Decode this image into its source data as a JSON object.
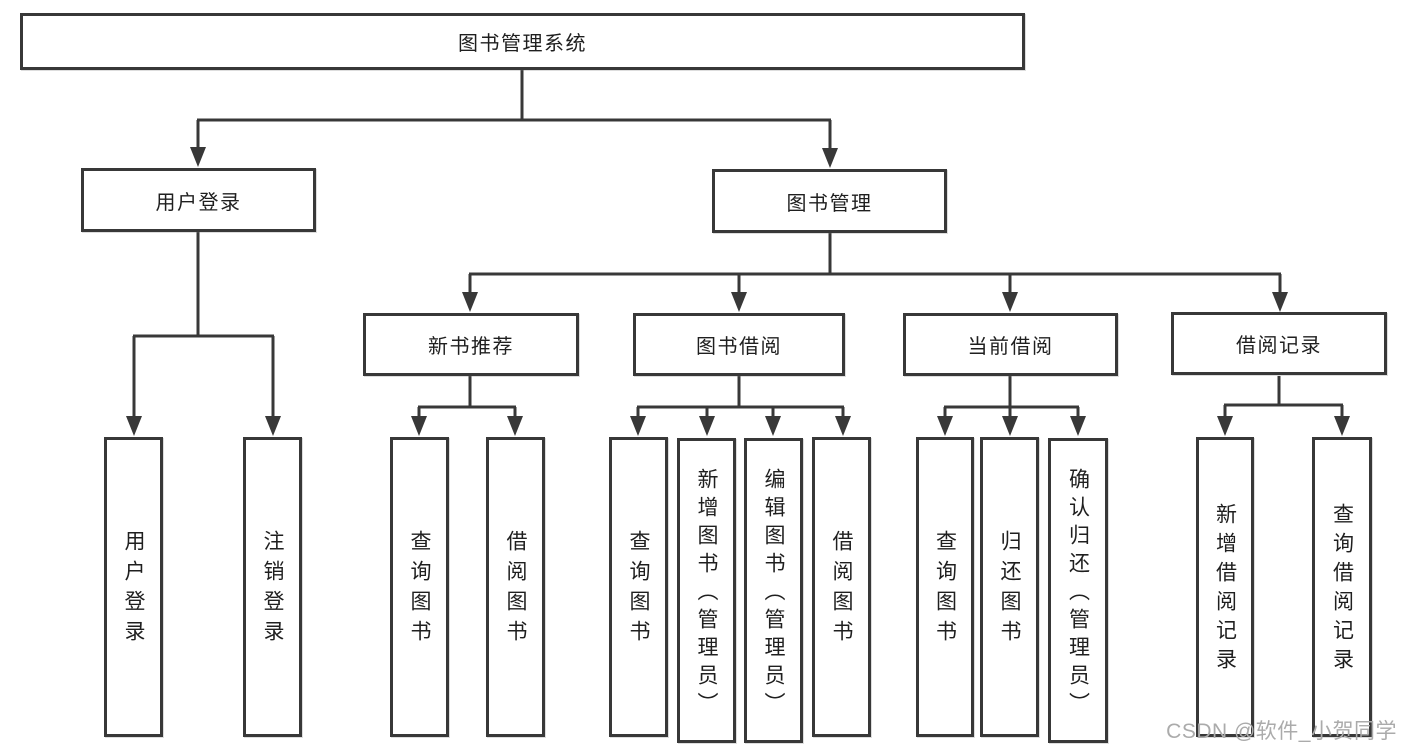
{
  "nodes": {
    "root": "图书管理系统",
    "user_login": "用户登录",
    "book_management": "图书管理",
    "new_book_recommend": "新书推荐",
    "book_borrow": "图书借阅",
    "current_borrow": "当前借阅",
    "borrow_records": "借阅记录",
    "login": "用户登录",
    "logout": "注销登录",
    "query_book_1": "查询图书",
    "borrow_book_1": "借阅图书",
    "query_book_2": "查询图书",
    "add_book_admin": "新增图书（管理员）",
    "edit_book_admin": "编辑图书（管理员）",
    "borrow_book_2": "借阅图书",
    "query_book_3": "查询图书",
    "return_book": "归还图书",
    "confirm_return_admin": "确认归还（管理员）",
    "add_borrow_record": "新增借阅记录",
    "query_borrow_record": "查询借阅记录"
  },
  "watermark": "CSDN @软件_小贺同学",
  "colors": {
    "line": "#383838",
    "text": "#1f1f1f",
    "watermark": "#ababab"
  }
}
